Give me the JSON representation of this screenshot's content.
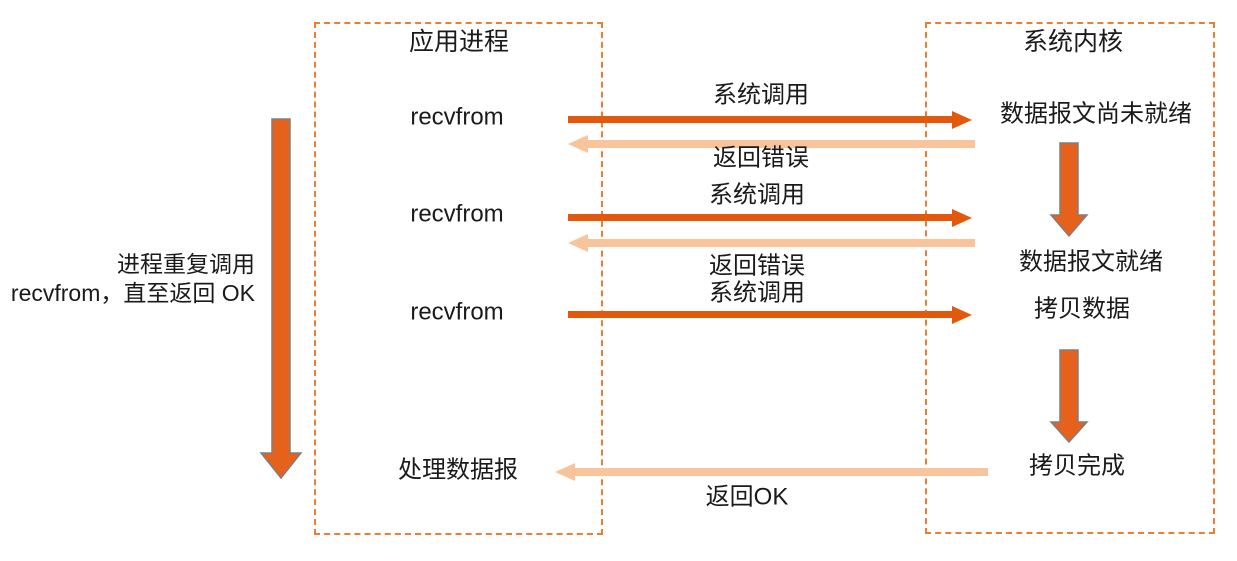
{
  "colors": {
    "dark_arrow": "#e2580c",
    "light_arrow": "#f8c49c",
    "block_fill": "#e6611c",
    "block_stroke": "#7f7f7f",
    "box_border": "#ed7d31",
    "text": "#1a1a1a"
  },
  "left_note": {
    "line1": "进程重复调用",
    "line2": "recvfrom，直至返回 OK"
  },
  "app_box": {
    "title": "应用进程",
    "calls": [
      "recvfrom",
      "recvfrom",
      "recvfrom"
    ],
    "process_label": "处理数据报"
  },
  "kernel_box": {
    "title": "系统内核",
    "state_not_ready": "数据报文尚未就绪",
    "state_ready": "数据报文就绪",
    "state_copy": "拷贝数据",
    "state_done": "拷贝完成"
  },
  "flows": {
    "syscall1": "系统调用",
    "error1": "返回错误",
    "syscall2": "系统调用",
    "error2": "返回错误",
    "syscall3": "系统调用",
    "return_ok": "返回OK"
  }
}
